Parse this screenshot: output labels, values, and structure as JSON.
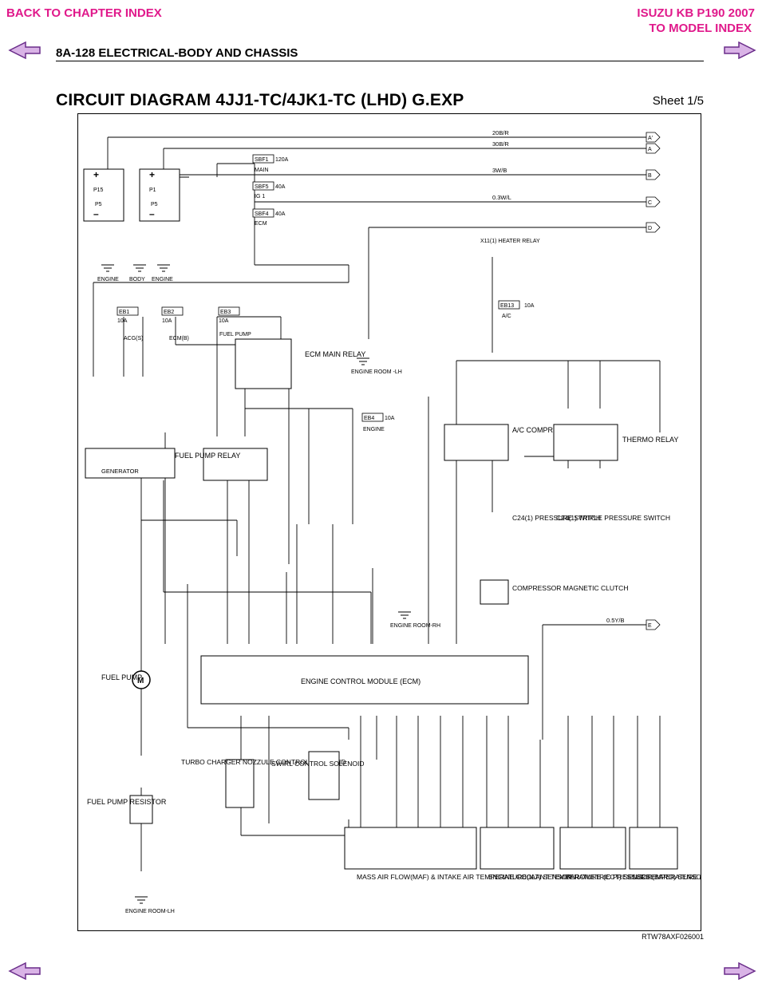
{
  "nav": {
    "back_chapter": "BACK TO CHAPTER INDEX",
    "model_line1": "ISUZU KB P190 2007",
    "model_line2": "TO MODEL INDEX",
    "accent_color": "#e0198b",
    "prev_icon": "left-arrow-icon",
    "next_icon": "right-arrow-icon"
  },
  "header": {
    "title": "8A-128  ELECTRICAL-BODY AND CHASSIS"
  },
  "document": {
    "title": "CIRCUIT DIAGRAM 4JJ1-TC/4JK1-TC (LHD) G.EXP",
    "sheet": "Sheet 1/5",
    "reference": "RTW78AXF026001"
  },
  "diagram": {
    "bus_labels": [
      "20B/R",
      "30B/R",
      "3W/B",
      "0.3W/L",
      "0.5Y/B"
    ],
    "bus_endpoints": [
      "A'",
      "A",
      "B",
      "C",
      "D",
      "E"
    ],
    "fusible_links": [
      {
        "id": "SBF1",
        "rating": "120A",
        "name": "MAIN"
      },
      {
        "id": "SBF5",
        "rating": "40A",
        "name": "IG 1"
      },
      {
        "id": "SBF4",
        "rating": "40A",
        "name": "ECM"
      }
    ],
    "fuses": [
      {
        "id": "EB1",
        "rating": "10A",
        "name": "ACG(S)"
      },
      {
        "id": "EB2",
        "rating": "10A",
        "name": "ECM(B)"
      },
      {
        "id": "EB3",
        "rating": "10A",
        "name": "FUEL PUMP"
      },
      {
        "id": "EB13",
        "rating": "10A",
        "name": "A/C"
      },
      {
        "id": "EB4",
        "rating": "10A",
        "name": "ENGINE"
      }
    ],
    "grounds": [
      "ENGINE",
      "BODY",
      "ENGINE",
      "ENGINE ROOM -LH",
      "ENGINE ROOM-RH",
      "ENGINE ROOM-LH"
    ],
    "components": {
      "ecm_main_relay": "ECM MAIN RELAY",
      "fuel_pump_relay": "FUEL PUMP RELAY",
      "ac_relay": "A/C COMPRE- SSOR RELAY",
      "thermo_relay": "THERMO RELAY",
      "heater_relay": "X11(1) HEATER RELAY",
      "pressure_switch": "C24(1) PRESSURE SWITCH",
      "triple_switch": "C24(1) TRIPLE PRESSURE SWITCH",
      "clutch": "COMPRESSOR MAGNETIC CLUTCH",
      "generator": "GENERATOR",
      "ecm": "ENGINE CONTROL MODULE (ECM)",
      "fuel_pump": "FUEL PUMP",
      "fuel_pump_resistor": "FUEL PUMP RESISTOR",
      "turbo": "TURBO CHARGER NOZZULE CONTROL SOLENOID",
      "swirl": "SWIRL CONTROL SOLENOID",
      "maf": "MASS AIR FLOW(MAF) & INTAKE AIR TEMPERATURE(IAT) SENSOR",
      "ect": "ENGINE COOLANT TEMPERATURE (ECT) SENSOR",
      "baro": "BAROMETRIC PRESSURE (BARO) SENSOR",
      "ft": "FUEL TEMPERATURE (FT) SENSOR",
      "motor_symbol": "M"
    }
  }
}
